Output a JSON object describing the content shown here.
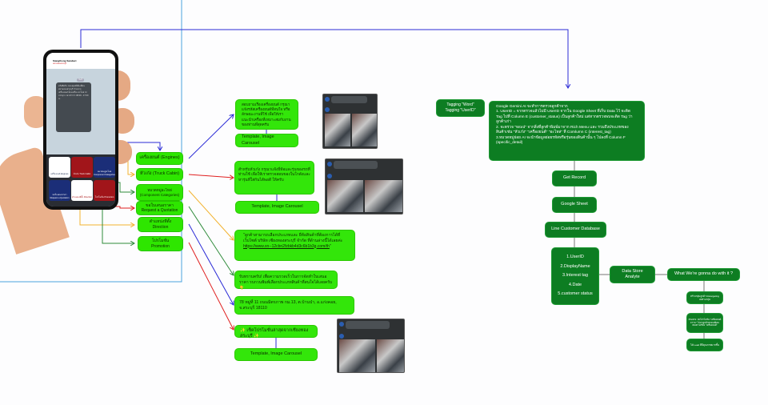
{
  "phone": {
    "chat_title": "Siangthong Saraburi",
    "chat_sub": "สยามทองสระบุรี",
    "date_chip": "วันนี้",
    "message": "สวัสดีครับ ขอบคุณที่เพิ่มเพื่อน สยามทองสระบุรี จำหน่ายเครื่องยนต์ ห้องเครื่อง อะไหล่ รถบรรทุก เวลาทำการ 08.00 - 17.00 น.",
    "tiles": [
      {
        "label": "เครื่องยนต์ Engines"
      },
      {
        "label": "หัวเก๋ง Truck Cabin"
      },
      {
        "label": "หมวดหมู่อะไหล่ Component Categories"
      },
      {
        "label": "ขอใบเสนอราคา Request a Quotation"
      },
      {
        "label": "ตำแหน่งที่ตั้ง Direction"
      },
      {
        "label": "โปรโมชั่น Promotion"
      }
    ]
  },
  "menu": [
    {
      "th": "เครื่องยนต์",
      "en": "(Engines)"
    },
    {
      "th": "หัวเก๋ง",
      "en": "(Truck Cabin)"
    },
    {
      "th": "หมวดหมู่อะไหล่",
      "en": "(Component Categories)"
    },
    {
      "th": "ขอใบเสนอราคา",
      "en": "Request a Quotation"
    },
    {
      "th": "ตำแหน่งที่ตั้ง",
      "en": "Direction"
    },
    {
      "th": "โปรโมชั่น",
      "en": "Promotion"
    }
  ],
  "replies": {
    "engines": "สอบถามเรื่องเครื่องยนต์ กรุณาแจ้งรหัสเครื่องยนต์ที่สนใจ หรือลักษณะงานที่ใช้ เพื่อให้เราแนะนำเครื่องที่เหมาะสมกับงาน ของท่านที่สุดครับ",
    "cabin": "สำหรับหัวเก๋ง กรุณาแจ้งยี่ห้อและรุ่นของรถที่ท่านใช้ เพื่อให้เราตรวจสอบของในโกดังและ หารุ่นที่ใส่กันได้พอดี ให้ครับ",
    "component": "\"ลูกค้าสามารถเลือกประเภทและ ยี่ห้อสินค้าที่ต้องการได้ที่ เว็บไซต์ บริษัท เซียงทองสระบุรี จำกัด ที่ด้านล่างนี้ได้เลยค่ะ",
    "component_link": "https://www.xn--12cbn2fzbkb4d3c6b1b3g.com/th",
    "component_end": "\"",
    "quotation": "รับทราบครับ! เพื่อความรวดเร็วในการจัดทำใบเสนอราคา รบกวนพิมพ์เลือกประเภทสินค้าที่สนใจได้เลยครับ 👇",
    "direction": "78 หมู่ที่ 11 ถนนมิตรภาพ กม.13, ต.บ้านป่า, อ.แก่งคอย, จ.สระบุรี 18110",
    "promotion": "✨ เช็คโปรโมชั่นล่าสุดจากเซียงทองสระบุรี ✨",
    "template": "Template, Image Carousel"
  },
  "flow": {
    "tagging": [
      "Tagging \"Word\"",
      "Tagging \"UserID\""
    ],
    "gemini": [
      "Google Gemini AI จะทำการตรวจลูกค้าจาก",
      "1. UserID = จากตรวจแล้วไม่มี UserID จากใน Google Sheet ที่เก็บ Data ไว้ จะติด Tag ไปที่ Column E (customer_status) เป็นลูกค้าใหม่ แต่หากตรวจพบจะติด Tag ว่าลูกค้าเก่า",
      "2. จะตรวจ \"Word\" จากสิ่งที่ลูกค้าพิมพ์มาจาก Rich Menu และ รวมถึงประเภทของสินค้าเช่น \"หัวเก๋ง\" \"เครื่องยนต์\" \"อะไหล่\" ที่ Comlumn C (interest_tag)",
      "3.หมวดหมู่ย่อย AI จะนำข้อมูลย่อยรหัสหรือรุ่นของสินค้านั้น ๆ ไปลงที่ Column F (specific_detail)"
    ],
    "get_record": "Get Record",
    "google_sheet": "Google Sheet",
    "line_db": "Line Customer Database",
    "fields": [
      "1.UserID",
      "2.DisplayName",
      "3.Interest tag",
      "4.Date",
      "5.customer status"
    ],
    "data_store": "Data Store Analyte",
    "what": "What We're gonna do with it ?",
    "actions": [
      "สร้างกลุ่มลูกค้า Retargeting เฉพาะกลุ่ม",
      "ตัวอย่าง: ส่งโปรโมชั่น \"เครื่องยนต์ FT7C\" ไปหาลูกค้าทุกคนที่เคยสอบถามเรื่อง \"เครื่องยนต์\"",
      "ได้ Lead ที่มีคุณภาพมากขึ้น"
    ]
  },
  "colors": {
    "green_bright": "#33e60a",
    "green_dark": "#0d7d22",
    "blue": "#2b2bd6",
    "red": "#e02020",
    "orange": "#f2b230",
    "green_line": "#2e8b3a"
  }
}
